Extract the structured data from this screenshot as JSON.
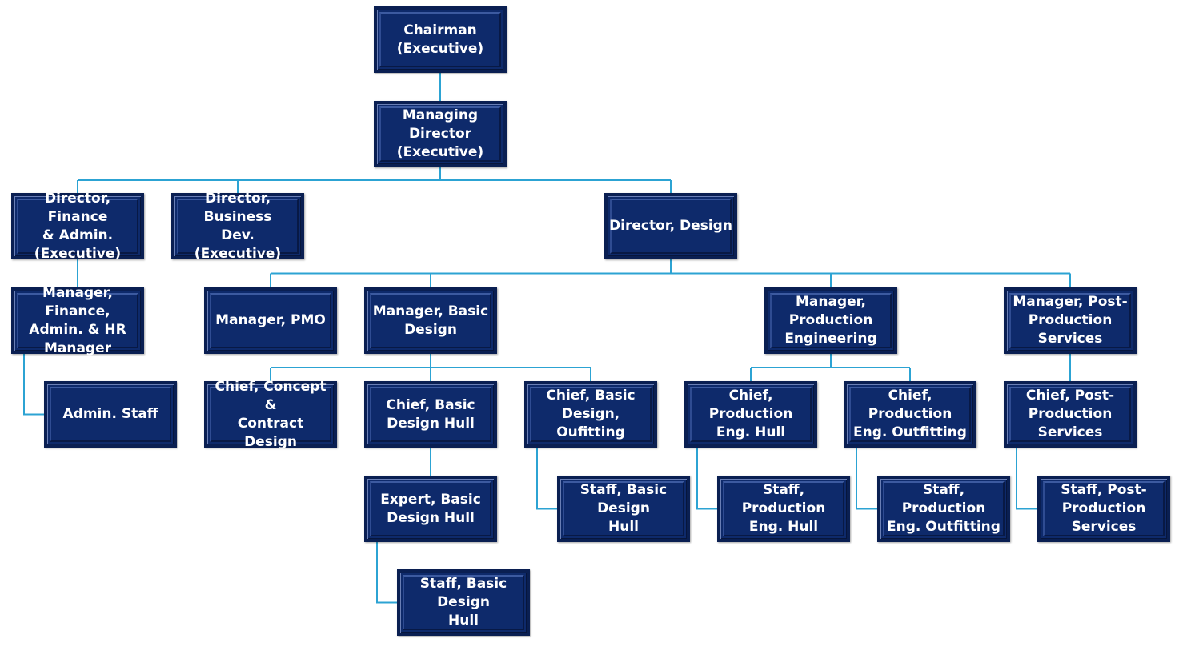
{
  "colors": {
    "box_fill": "#0e2a6b",
    "box_border": "#0a1f52",
    "line": "#2ca3d3",
    "text": "#ffffff"
  },
  "nodes": [
    {
      "id": "chairman",
      "label": "Chairman\n(Executive)"
    },
    {
      "id": "managing-director",
      "label": "Managing\nDirector\n(Executive)"
    },
    {
      "id": "director-finance",
      "label": "Director, Finance\n& Admin.\n(Executive)"
    },
    {
      "id": "director-business",
      "label": "Director, Business\nDev. (Executive)"
    },
    {
      "id": "director-design",
      "label": "Director, Design"
    },
    {
      "id": "manager-finance",
      "label": "Manager, Finance,\nAdmin. & HR\nManager"
    },
    {
      "id": "admin-staff",
      "label": "Admin. Staff"
    },
    {
      "id": "manager-pmo",
      "label": "Manager, PMO"
    },
    {
      "id": "manager-basic-design",
      "label": "Manager, Basic\nDesign"
    },
    {
      "id": "manager-production-eng",
      "label": "Manager,\nProduction\nEngineering"
    },
    {
      "id": "manager-post-production",
      "label": "Manager, Post-\nProduction\nServices"
    },
    {
      "id": "chief-concept",
      "label": "Chief, Concept &\nContract Design"
    },
    {
      "id": "chief-basic-hull",
      "label": "Chief, Basic\nDesign Hull"
    },
    {
      "id": "chief-basic-outfitting",
      "label": "Chief, Basic\nDesign, Oufitting"
    },
    {
      "id": "chief-production-hull",
      "label": "Chief, Production\nEng. Hull"
    },
    {
      "id": "chief-production-outfitting",
      "label": "Chief, Production\nEng. Outfitting"
    },
    {
      "id": "chief-post-production",
      "label": "Chief, Post-\nProduction\nServices"
    },
    {
      "id": "expert-basic-hull",
      "label": "Expert, Basic\nDesign Hull"
    },
    {
      "id": "staff-basic-outfitting",
      "label": "Staff, Basic Design\nHull"
    },
    {
      "id": "staff-production-hull",
      "label": "Staff, Production\nEng. Hull"
    },
    {
      "id": "staff-production-outfitting",
      "label": "Staff, Production\nEng. Outfitting"
    },
    {
      "id": "staff-post-production",
      "label": "Staff, Post-\nProduction\nServices"
    },
    {
      "id": "staff-basic-hull",
      "label": "Staff, Basic Design\nHull"
    }
  ],
  "links": [
    {
      "from": "chairman",
      "to": "managing-director",
      "style": "tree"
    },
    {
      "from": "managing-director",
      "to": "director-finance",
      "style": "tree"
    },
    {
      "from": "managing-director",
      "to": "director-business",
      "style": "tree"
    },
    {
      "from": "managing-director",
      "to": "director-design",
      "style": "tree"
    },
    {
      "from": "director-finance",
      "to": "manager-finance",
      "style": "tree"
    },
    {
      "from": "manager-finance",
      "to": "admin-staff",
      "style": "side"
    },
    {
      "from": "director-design",
      "to": "manager-pmo",
      "style": "tree"
    },
    {
      "from": "director-design",
      "to": "manager-basic-design",
      "style": "tree"
    },
    {
      "from": "director-design",
      "to": "manager-production-eng",
      "style": "tree"
    },
    {
      "from": "director-design",
      "to": "manager-post-production",
      "style": "tree"
    },
    {
      "from": "manager-basic-design",
      "to": "chief-concept",
      "style": "tree"
    },
    {
      "from": "manager-basic-design",
      "to": "chief-basic-hull",
      "style": "tree"
    },
    {
      "from": "manager-basic-design",
      "to": "chief-basic-outfitting",
      "style": "tree"
    },
    {
      "from": "manager-production-eng",
      "to": "chief-production-hull",
      "style": "tree"
    },
    {
      "from": "manager-production-eng",
      "to": "chief-production-outfitting",
      "style": "tree"
    },
    {
      "from": "manager-post-production",
      "to": "chief-post-production",
      "style": "tree"
    },
    {
      "from": "chief-basic-hull",
      "to": "expert-basic-hull",
      "style": "tree"
    },
    {
      "from": "expert-basic-hull",
      "to": "staff-basic-hull",
      "style": "side"
    },
    {
      "from": "chief-basic-outfitting",
      "to": "staff-basic-outfitting",
      "style": "side"
    },
    {
      "from": "chief-production-hull",
      "to": "staff-production-hull",
      "style": "side"
    },
    {
      "from": "chief-production-outfitting",
      "to": "staff-production-outfitting",
      "style": "side"
    },
    {
      "from": "chief-post-production",
      "to": "staff-post-production",
      "style": "side"
    }
  ]
}
